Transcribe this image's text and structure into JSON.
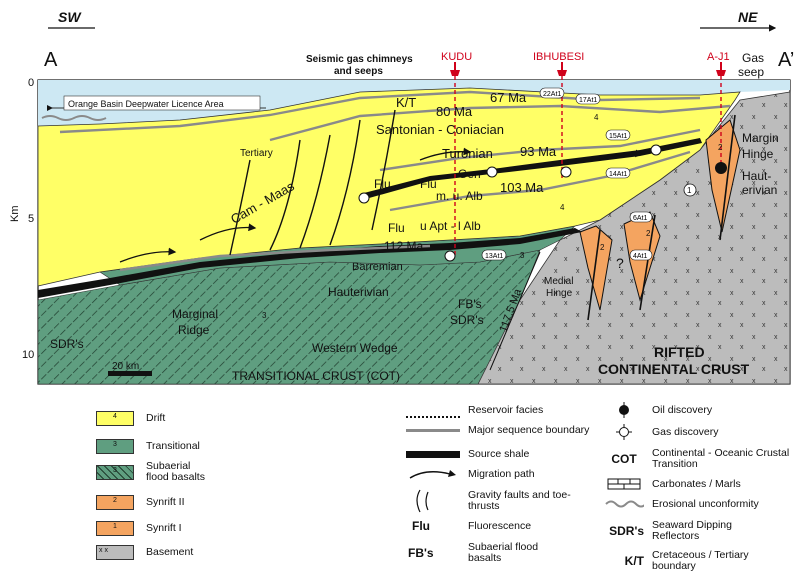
{
  "compass": {
    "left": "SW",
    "right": "NE"
  },
  "section_ends": {
    "left": "A",
    "right": "A’"
  },
  "depth_axis": {
    "label": "Km",
    "ticks": [
      "0",
      "5",
      "10"
    ]
  },
  "wells": [
    {
      "name": "KUDU",
      "color": "#d0021b"
    },
    {
      "name": "IBHUBESI",
      "color": "#d0021b"
    },
    {
      "name": "A-J1",
      "color": "#d0021b"
    }
  ],
  "top_labels": {
    "chimneys_line1": "Seismic gas chimneys",
    "chimneys_line2": "and seeps",
    "gas_seep_line1": "Gas",
    "gas_seep_line2": "seep"
  },
  "licence_area": "Orange Basin Deepwater Licence Area",
  "unit_labels": {
    "kt": "K/T",
    "ma80": "80 Ma",
    "ma67": "67 Ma",
    "santonian": "Santonian - Coniacian",
    "tertiary": "Tertiary",
    "turonian": "Turonian",
    "ma93": "93 Ma",
    "cam_maas": "Cam - Maas",
    "flu1": "Flu",
    "flu2": "Flu",
    "gen": "Gen",
    "m_u_alb": "m. u. Alb",
    "ma103": "103 Ma",
    "flu3": "Flu",
    "u_apt": "u Apt - l Alb",
    "ma112": "112 Ma",
    "barremian": "Barremian",
    "hauterivian": "Hauterivian",
    "fbs": "FB's",
    "sdrs_mid": "SDR's",
    "ma1175": "117.5 Ma",
    "medial_hinge1": "Medial",
    "medial_hinge2": "Hinge",
    "margin_hinge1": "Margin",
    "margin_hinge2": "Hinge",
    "hauterivian_r1": "Haut-",
    "hauterivian_r2": "erivian",
    "marginal_ridge1": "Marginal",
    "marginal_ridge2": "Ridge",
    "sdrs_left": "SDR's",
    "western_wedge": "Western Wedge",
    "transitional_crust": "TRANSITIONAL CRUST (COT)",
    "rifted1": "RIFTED",
    "rifted2": "CONTINENTAL CRUST",
    "scale": "20 km",
    "question": "?",
    "num4a": "4",
    "num4b": "4",
    "num3a": "3",
    "num3b": "3",
    "num2a": "2",
    "num2b": "2",
    "num2c": "2",
    "num1": "1"
  },
  "well_tags": [
    "22At1",
    "17At1",
    "15At1",
    "14At1",
    "13At1",
    "6At1",
    "4At1"
  ],
  "legend_left": [
    {
      "key": "4",
      "label": "Drift",
      "color": "#ffff66",
      "pattern": "none"
    },
    {
      "key": "3",
      "label": "Transitional",
      "color": "#5f9e80",
      "pattern": "none"
    },
    {
      "key": "3",
      "label": "Subaerial flood basalts",
      "color": "#5f9e80",
      "pattern": "hatch"
    },
    {
      "key": "2",
      "label": "Synrift II",
      "color": "#f4a460",
      "pattern": "none"
    },
    {
      "key": "1",
      "label": "Synrift I",
      "color": "#f4a460",
      "pattern": "none"
    },
    {
      "key": "x x",
      "label": "Basement",
      "color": "#bcbcbc",
      "pattern": "none"
    }
  ],
  "legend_mid": [
    {
      "symbol": "dots",
      "label": "Reservoir facies"
    },
    {
      "symbol": "grey-line",
      "label": "Major sequence boundary"
    },
    {
      "symbol": "black-bar",
      "label": "Source shale"
    },
    {
      "symbol": "arrow",
      "label": "Migration path"
    },
    {
      "symbol": "faults",
      "label": "Gravity faults and toe-thrusts"
    },
    {
      "abbr": "Flu",
      "label": "Fluorescence"
    },
    {
      "abbr": "FB's",
      "label": "Subaerial flood basalts"
    }
  ],
  "legend_right": [
    {
      "symbol": "oil-discovery-icon",
      "label": "Oil discovery"
    },
    {
      "symbol": "gas-discovery-icon",
      "label": "Gas discovery"
    },
    {
      "abbr": "COT",
      "label": "Continental - Oceanic Crustal Transition"
    },
    {
      "symbol": "carbonates-icon",
      "label": "Carbonates / Marls"
    },
    {
      "symbol": "wavy-line",
      "label": "Erosional unconformity"
    },
    {
      "abbr": "SDR's",
      "label": "Seaward Dipping Reflectors"
    },
    {
      "abbr": "K/T",
      "label": "Cretaceous / Tertiary boundary"
    }
  ]
}
